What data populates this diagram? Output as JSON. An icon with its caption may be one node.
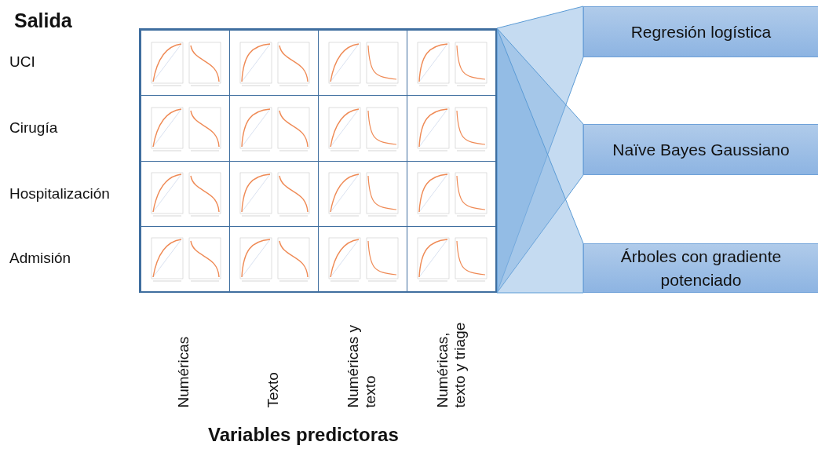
{
  "diagram": {
    "nodes": [
      {
        "text": [],
        "shape": "box"
      },
      {
        "text": [
          "Regresión logística"
        ]
      },
      {
        "text": [
          "Naïve Bayes Gaussiano"
        ]
      },
      {
        "text": [
          "Árboles con gradiente potenciado"
        ]
      }
    ],
    "edges": [
      {
        "from": 0,
        "to": 1,
        "arrow": "none"
      },
      {
        "from": 0,
        "to": 2,
        "arrow": "none"
      },
      {
        "from": 0,
        "to": 3,
        "arrow": "none"
      }
    ],
    "labels": [
      "Salida",
      "UCI",
      "Cirugía",
      "Hospitalización",
      "Admisión",
      "Numéricas",
      "Texto",
      "Numéricas y texto",
      "Numéricas, texto y triage",
      "Variables predictoras"
    ]
  }
}
